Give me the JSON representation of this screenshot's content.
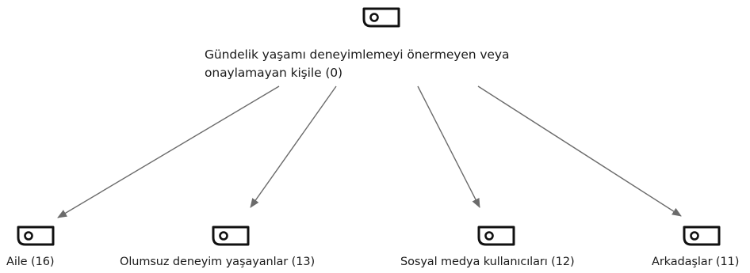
{
  "root": {
    "label_line1": "Gündelik yaşamı deneyimlemeyi önermeyen veya",
    "label_line2": "onaylamayan kişile (0)",
    "icon": "tag-icon"
  },
  "children": [
    {
      "label": "Aile (16)",
      "icon": "tag-icon"
    },
    {
      "label": "Olumsuz deneyim yaşayanlar (13)",
      "icon": "tag-icon"
    },
    {
      "label": "Sosyal medya kullanıcıları (12)",
      "icon": "tag-icon"
    },
    {
      "label": "Arkadaşlar (11)",
      "icon": "tag-icon"
    }
  ],
  "colors": {
    "edge": "#6b6b6b",
    "icon": "#111111",
    "text": "#1a1a1a"
  }
}
